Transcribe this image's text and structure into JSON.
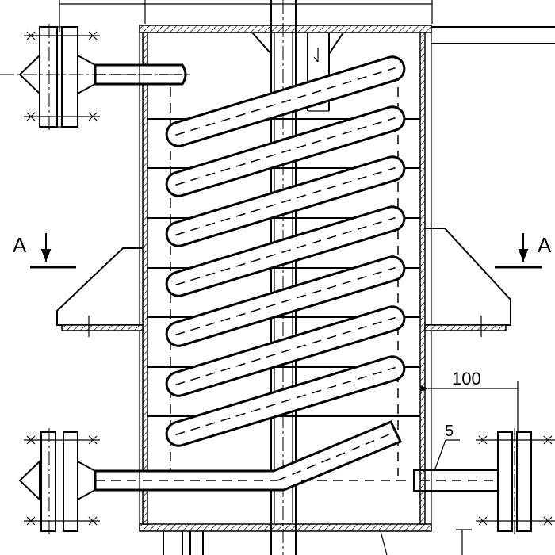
{
  "labels": {
    "section_left": "A",
    "section_right": "A",
    "dim_100": "100",
    "part_5": "5"
  }
}
